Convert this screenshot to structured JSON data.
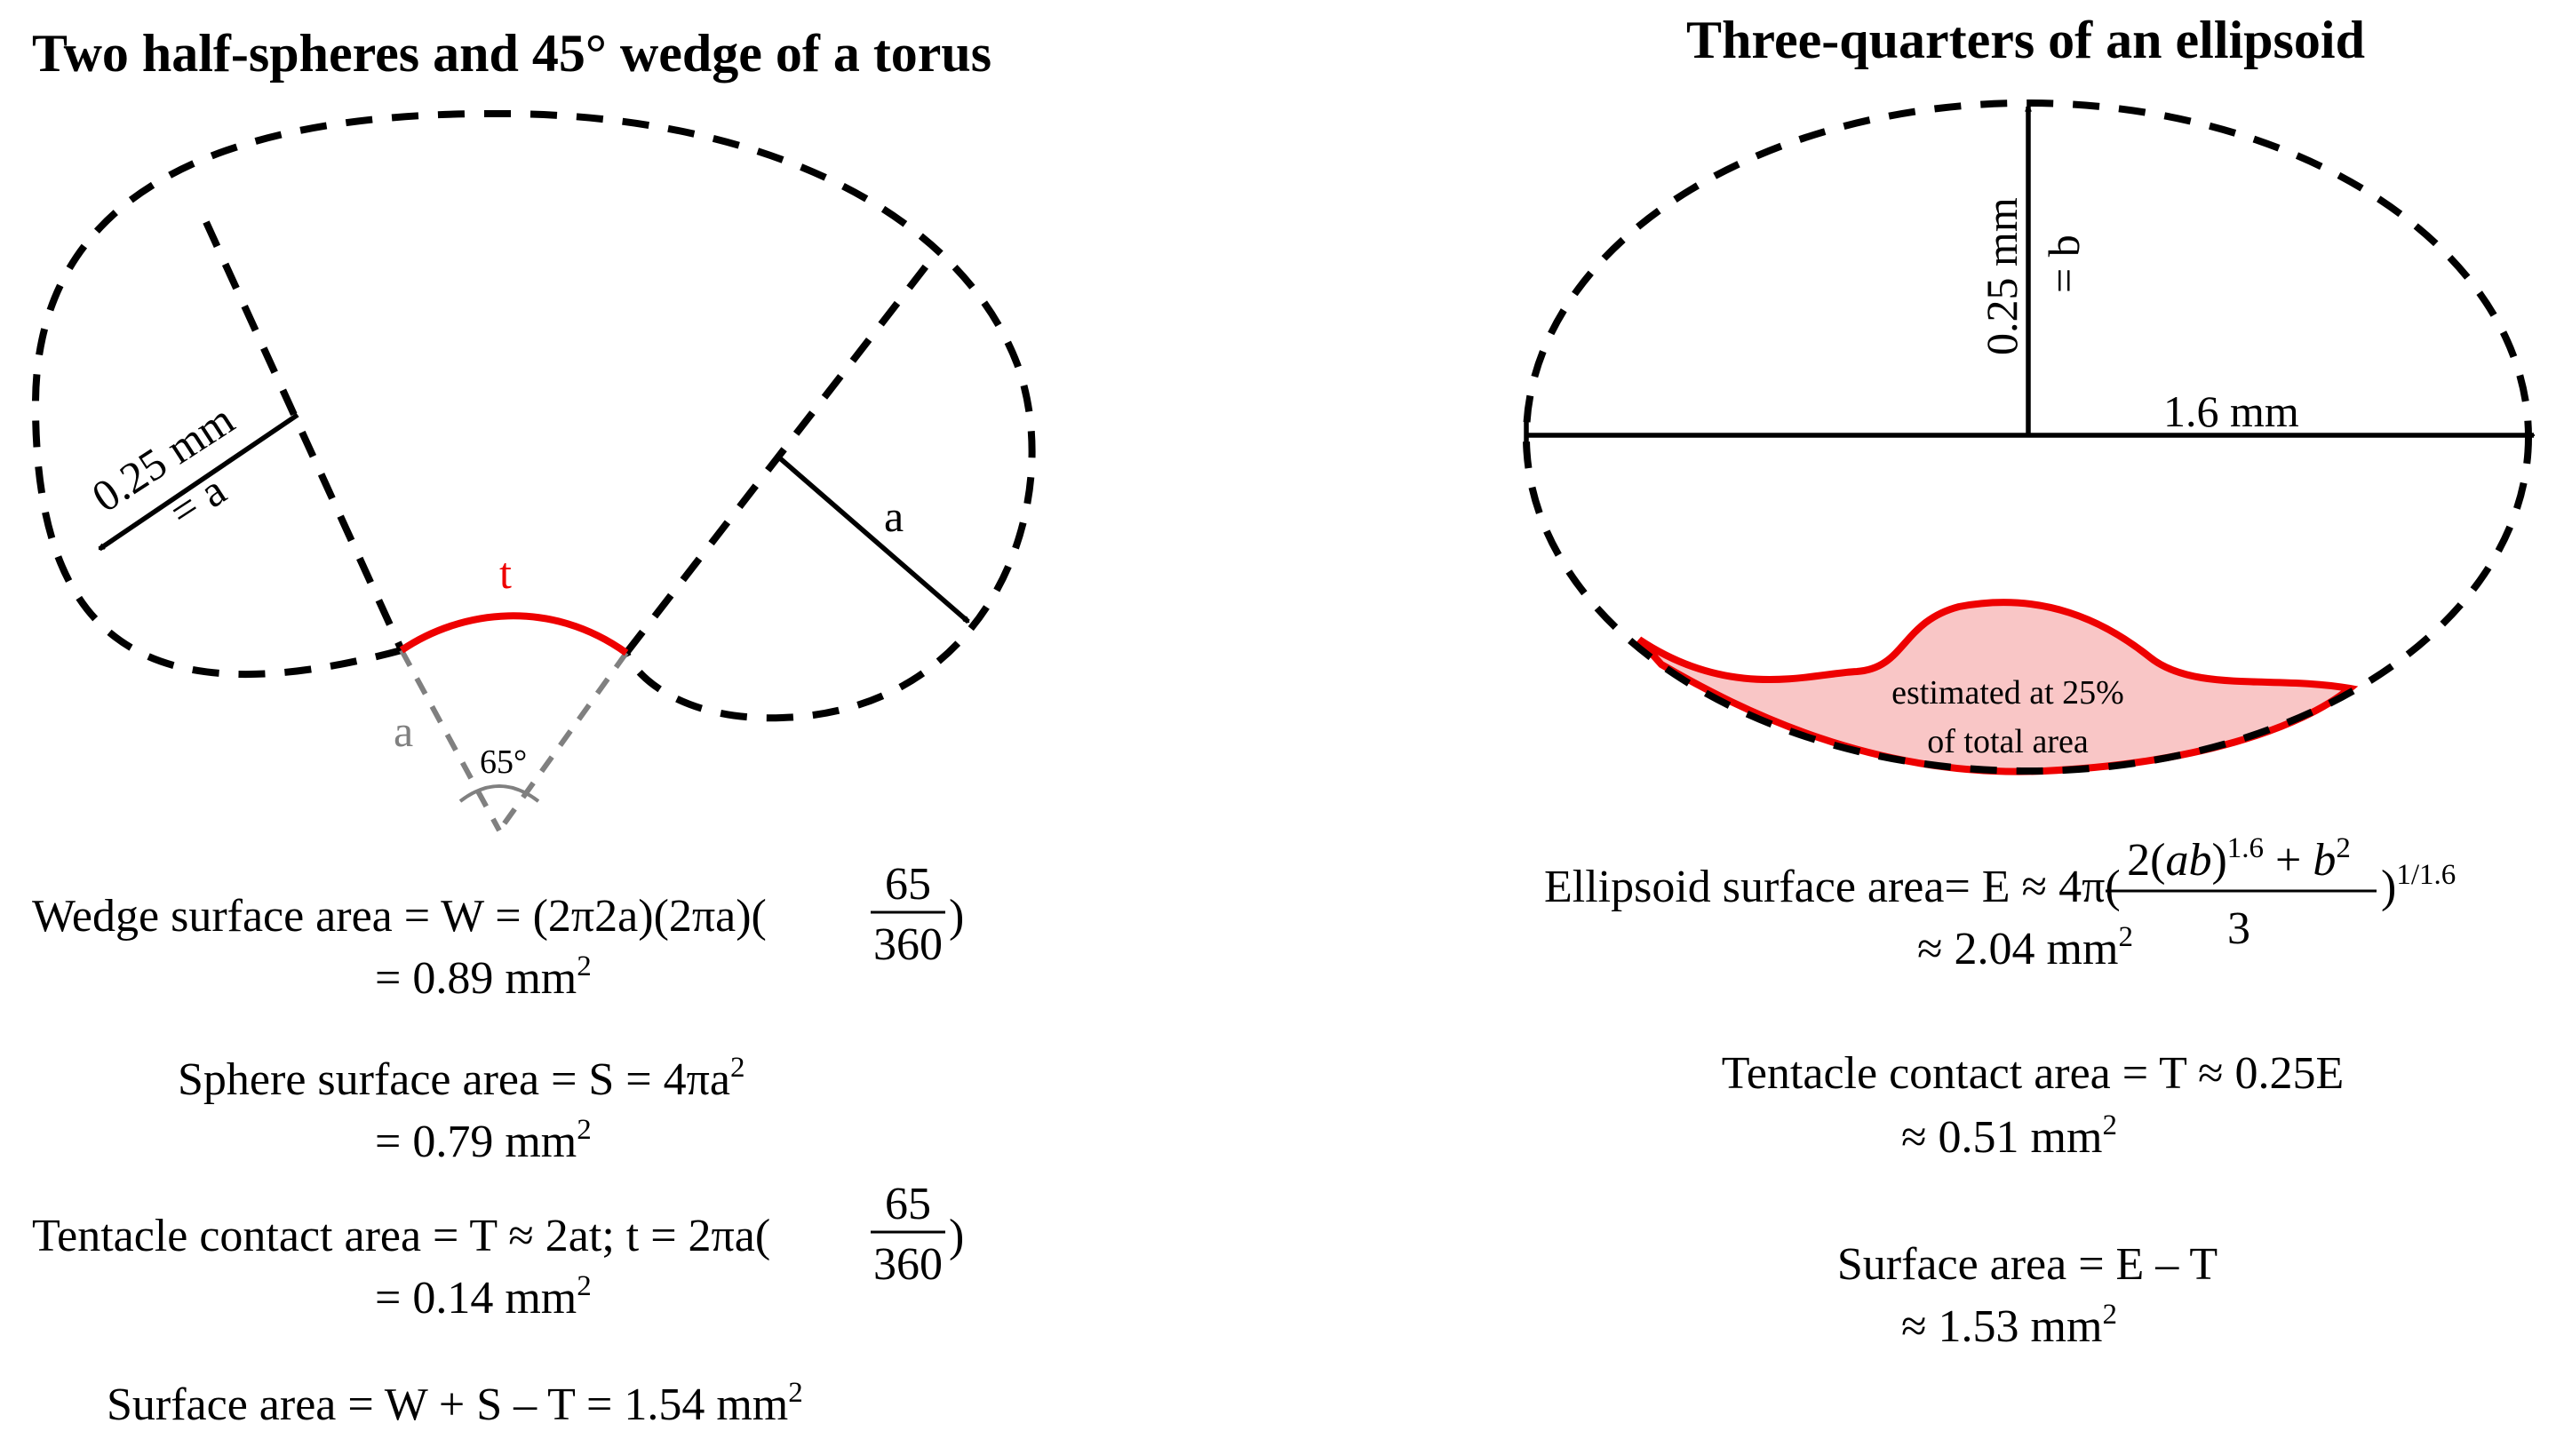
{
  "left": {
    "title": "Two half-spheres and 45° wedge of a torus",
    "label_radius": "0.25 mm",
    "label_radius_eq": "= a",
    "label_a": "a",
    "label_t": "t",
    "label_grey_a": "a",
    "label_angle": "65°",
    "eq1": {
      "prefix": "Wedge surface area = W = (2π2a)(2πa)(",
      "num": "65",
      "den": "360",
      "suffix": ")",
      "result": "= 0.89 mm",
      "exp": "2"
    },
    "eq2": {
      "line1": "Sphere surface area = S = 4πa",
      "exp1": "2",
      "result": "= 0.79 mm",
      "exp2": "2"
    },
    "eq3": {
      "prefix": "Tentacle contact area = T ≈ 2at; t = 2πa(",
      "num": "65",
      "den": "360",
      "suffix": ")",
      "result": "= 0.14 mm",
      "exp": "2"
    },
    "eq4": {
      "text": "Surface area = W + S – T = 1.54 mm",
      "exp": "2"
    }
  },
  "right": {
    "title": "Three-quarters of an ellipsoid",
    "label_b_value": "0.25 mm",
    "label_b_eq": "= b",
    "label_axis": "1.6 mm",
    "estimate_line1": "estimated at 25%",
    "estimate_line2": "of total area",
    "eq1": {
      "prefix": "Ellipsoid surface area= E ≈ 4π(",
      "num_a": "2(",
      "num_b": "ab",
      "num_c": ")",
      "num_exp1": "1.6",
      "num_d": " + ",
      "num_e": "b",
      "num_exp2": "2",
      "den": "3",
      "suffix": ")",
      "outer_exp": "1/1.6",
      "result": "≈ 2.04 mm",
      "exp": "2"
    },
    "eq2": {
      "line1": "Tentacle contact area = T ≈ 0.25E",
      "result": "≈ 0.51 mm",
      "exp": "2"
    },
    "eq3": {
      "line1": "Surface area = E – T",
      "result": "≈ 1.53 mm",
      "exp": "2"
    }
  },
  "colors": {
    "contact": "#ee0000",
    "contact_fill": "#f9c6c6",
    "guide": "#808080"
  }
}
